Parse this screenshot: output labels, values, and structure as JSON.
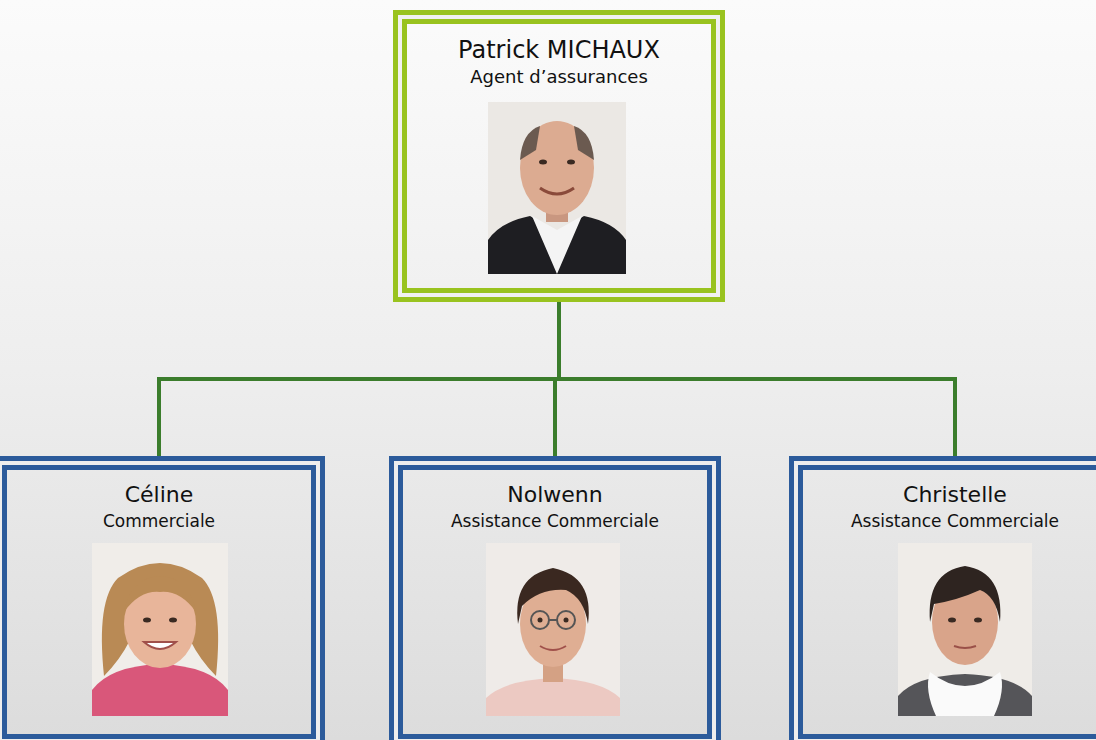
{
  "diagram": {
    "nodes": [
      {
        "text": [
          "Patrick MICHAUX",
          "Agent d’assurances"
        ]
      },
      {
        "text": [
          "Céline",
          "Commerciale"
        ]
      },
      {
        "text": [
          "Nolwenn",
          "Assistance Commerciale"
        ]
      },
      {
        "text": [
          "Christelle",
          "Assistance Commerciale"
        ]
      }
    ],
    "edges": [
      {
        "from": 0,
        "to": 1,
        "arrow": "none"
      },
      {
        "from": 0,
        "to": 2,
        "arrow": "none"
      },
      {
        "from": 0,
        "to": 3,
        "arrow": "none"
      }
    ]
  }
}
